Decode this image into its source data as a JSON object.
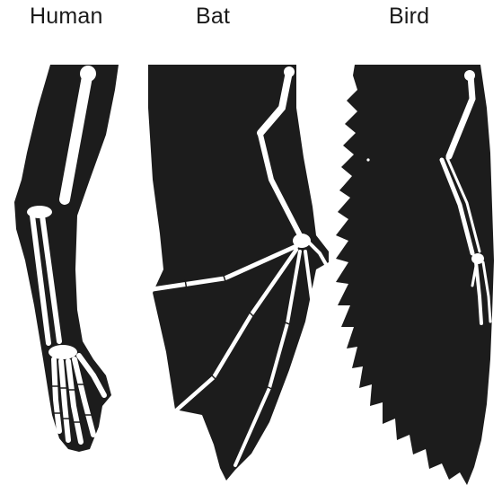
{
  "labels": {
    "human": "Human",
    "bat": "Bat",
    "bird": "Bird"
  },
  "colors": {
    "silhouette": "#1c1c1c",
    "bone": "#ffffff",
    "background": "#ffffff"
  }
}
